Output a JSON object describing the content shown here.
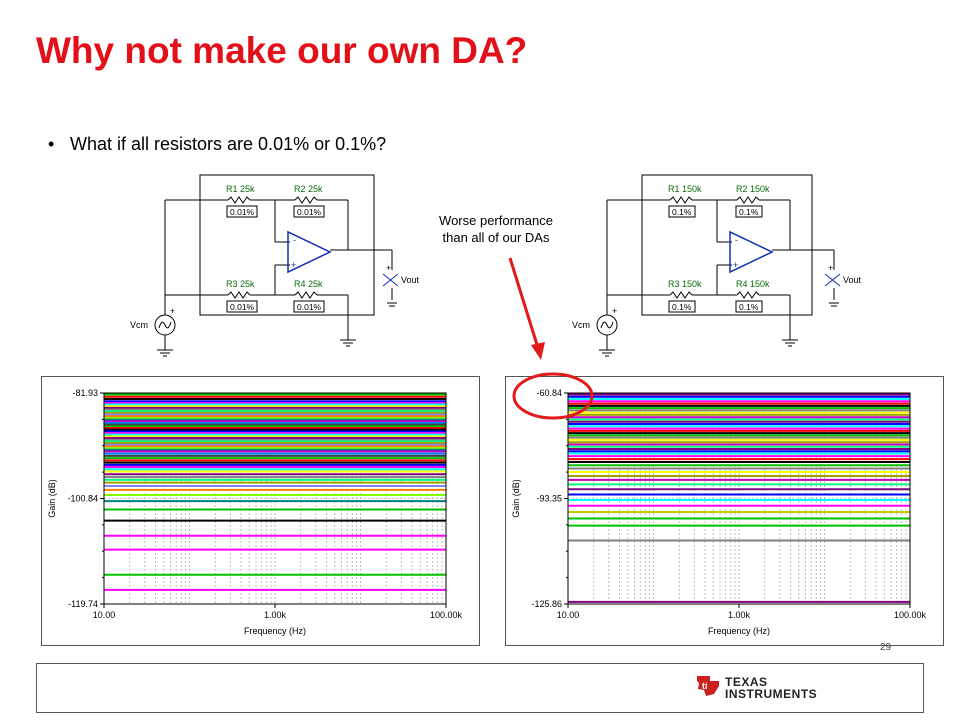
{
  "title": "Why not make our own DA?",
  "bullet": "What if all resistors are 0.01% or 0.1%?",
  "annotation": {
    "line1": "Worse performance",
    "line2": "than all of our DAs"
  },
  "page_number": "29",
  "logo": {
    "line1": "TEXAS",
    "line2": "INSTRUMENTS"
  },
  "colors": {
    "title": "#e3101a",
    "annotation_circle": "#e31a1a",
    "arrow": "#e31a1a",
    "schematic_wire": "#000000",
    "opamp": "#1030b0"
  },
  "schematics": [
    {
      "R1": "R1 25k",
      "R2": "R2 25k",
      "R3": "R3 25k",
      "R4": "R4 25k",
      "tol1": "0.01%",
      "tol2": "0.01%",
      "tol3": "0.01%",
      "tol4": "0.01%",
      "source": "Vcm",
      "output": "Vout",
      "plus": "+",
      "minus": "-"
    },
    {
      "R1": "R1 150k",
      "R2": "R2 150k",
      "R3": "R3 150k",
      "R4": "R4 150k",
      "tol1": "0.1%",
      "tol2": "0.1%",
      "tol3": "0.1%",
      "tol4": "0.1%",
      "source": "Vcm",
      "output": "Vout",
      "plus": "+",
      "minus": "-"
    }
  ],
  "chart_data": [
    {
      "type": "line",
      "xlabel": "Frequency (Hz)",
      "ylabel": "Gain (dB)",
      "x_scale": "log",
      "xlim": [
        10,
        100000
      ],
      "ylim": [
        -119.74,
        -81.93
      ],
      "x_tick_labels": [
        "10.00",
        "1.00k",
        "100.00k"
      ],
      "y_tick_labels": [
        "-81.93",
        "-100.84",
        "-119.74"
      ],
      "grid": true,
      "series_colors": [
        "#00c000",
        "#ff0000",
        "#000000",
        "#0000ff",
        "#ff00ff",
        "#00ffff",
        "#ffff00",
        "#800080",
        "#808080",
        "#00ff80",
        "#a0a000",
        "#8080ff",
        "#ff8000",
        "#80ff00",
        "#008080",
        "#c000c0",
        "#0080ff",
        "#404040"
      ],
      "values": [
        -82.2,
        -82.6,
        -83.0,
        -83.4,
        -83.7,
        -84.0,
        -84.3,
        -84.6,
        -84.9,
        -85.2,
        -85.5,
        -85.8,
        -86.1,
        -86.4,
        -86.7,
        -87.0,
        -87.3,
        -87.6,
        -87.9,
        -88.2,
        -88.5,
        -88.8,
        -89.1,
        -89.4,
        -89.7,
        -90.0,
        -90.3,
        -90.6,
        -90.9,
        -91.2,
        -91.5,
        -91.8,
        -92.1,
        -92.4,
        -92.8,
        -93.2,
        -93.6,
        -94.0,
        -94.4,
        -94.8,
        -95.2,
        -95.6,
        -96.0,
        -96.5,
        -97.0,
        -97.5,
        -98.0,
        -98.6,
        -99.3,
        -100.2,
        -101.3,
        -102.8,
        -104.8,
        -107.5,
        -110.0,
        -114.5,
        -117.2
      ],
      "series_value_colors": [
        "#00c000",
        "#000000",
        "#ff00ff",
        "#ff00ff",
        "#00c000",
        "#ff00ff"
      ]
    },
    {
      "type": "line",
      "xlabel": "Frequency (Hz)",
      "ylabel": "Gain (dB)",
      "x_scale": "log",
      "xlim": [
        10,
        100000
      ],
      "ylim": [
        -125.86,
        -60.84
      ],
      "x_tick_labels": [
        "10.00",
        "1.00k",
        "100.00k"
      ],
      "y_tick_labels": [
        "-60.84",
        "-93.35",
        "-125.86"
      ],
      "grid": true,
      "series_colors": [
        "#800080",
        "#0000ff",
        "#00ffff",
        "#ff00ff",
        "#ff0000",
        "#000000",
        "#00c000",
        "#808080",
        "#ffff00",
        "#a0a000",
        "#c000c0",
        "#00ff80"
      ],
      "values": [
        -61.3,
        -62.0,
        -62.7,
        -63.4,
        -64.1,
        -64.8,
        -65.5,
        -66.2,
        -66.9,
        -67.6,
        -68.3,
        -69.0,
        -69.7,
        -70.4,
        -71.1,
        -71.8,
        -72.5,
        -73.2,
        -73.9,
        -74.6,
        -75.3,
        -76.0,
        -76.7,
        -77.4,
        -78.1,
        -78.8,
        -79.5,
        -80.3,
        -81.2,
        -82.1,
        -83.1,
        -84.1,
        -85.2,
        -86.4,
        -87.6,
        -89.0,
        -90.5,
        -92.1,
        -93.8,
        -95.6,
        -97.5,
        -99.5,
        -101.7,
        -106.3,
        -125.2
      ],
      "series_value_colors": [
        "#c8c800",
        "#00c000",
        "#00c000",
        "#808080",
        "#800080"
      ]
    }
  ]
}
